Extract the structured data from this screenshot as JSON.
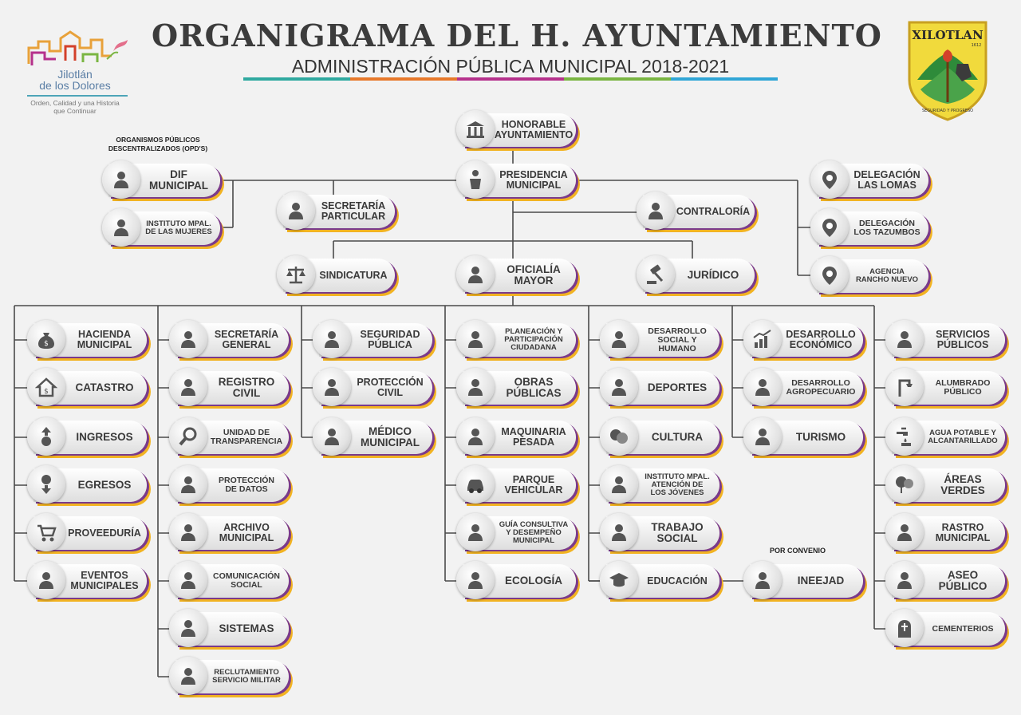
{
  "header": {
    "title": "ORGANIGRAMA DEL H. AYUNTAMIENTO",
    "subtitle": "ADMINISTRACIÓN PÚBLICA MUNICIPAL 2018-2021",
    "stripe_colors": [
      "#2fa9a0",
      "#e7792b",
      "#b5318c",
      "#7ab542",
      "#30a6d6"
    ]
  },
  "logo_left": {
    "name_line1": "Jilotlán",
    "name_line2": "de los Dolores",
    "tagline_line1": "Orden, Calidad y una Historia",
    "tagline_line2": "que Continuar"
  },
  "logo_right": {
    "name": "XILOTLAN",
    "motto": "SEGURIDAD Y PROGRESO",
    "year": "1612"
  },
  "labels": {
    "opds": "ORGANISMOS PÚBLICOS\nDESCENTRALIZADOS (OPD'S)",
    "convenio": "POR CONVENIO"
  },
  "colors": {
    "accent_purple": "#7a3a8c",
    "accent_yellow": "#f2b322",
    "line": "#4a4a4a",
    "icon": "#555555"
  },
  "nodes": [
    {
      "key": "ayuntamiento",
      "text": "HONORABLE\nAYUNTAMIENTO",
      "icon": "government-building-icon"
    },
    {
      "key": "presidencia",
      "text": "PRESIDENCIA\nMUNICIPAL",
      "icon": "podium-speaker-icon"
    },
    {
      "key": "dif",
      "text": "DIF\nMUNICIPAL",
      "icon": "dif-logo-icon"
    },
    {
      "key": "mujeres",
      "text": "INSTITUTO MPAL.\nDE LAS MUJERES",
      "icon": "mujeres-logo-icon"
    },
    {
      "key": "secparticular",
      "text": "SECRETARÍA\nPARTICULAR",
      "icon": "receptionist-icon"
    },
    {
      "key": "contraloria",
      "text": "CONTRALORÍA",
      "icon": "ledger-money-icon"
    },
    {
      "key": "lomas",
      "text": "DELEGACIÓN\nLAS LOMAS",
      "icon": "location-pin-icon"
    },
    {
      "key": "tazumbos",
      "text": "DELEGACIÓN\nLOS TAZUMBOS",
      "icon": "location-pin-icon"
    },
    {
      "key": "rancho",
      "text": "AGENCIA\nRANCHO NUEVO",
      "icon": "location-pin-icon"
    },
    {
      "key": "sindicatura",
      "text": "SINDICATURA",
      "icon": "balance-scale-icon"
    },
    {
      "key": "oficialia",
      "text": "OFICIALÍA\nMAYOR",
      "icon": "meeting-table-icon"
    },
    {
      "key": "juridico",
      "text": "JURÍDICO",
      "icon": "gavel-icon"
    },
    {
      "key": "hacienda",
      "text": "HACIENDA\nMUNICIPAL",
      "icon": "money-bag-icon"
    },
    {
      "key": "catastro",
      "text": "CATASTRO",
      "icon": "house-money-icon"
    },
    {
      "key": "ingresos",
      "text": "INGRESOS",
      "icon": "coin-arrow-up-icon"
    },
    {
      "key": "egresos",
      "text": "EGRESOS",
      "icon": "coin-arrow-down-icon"
    },
    {
      "key": "proveeduria",
      "text": "PROVEEDURÍA",
      "icon": "shopping-cart-icon"
    },
    {
      "key": "eventos",
      "text": "EVENTOS\nMUNICIPALES",
      "icon": "fiesta-icon"
    },
    {
      "key": "secgeneral",
      "text": "SECRETARÍA\nGENERAL",
      "icon": "businessman-icon"
    },
    {
      "key": "registro",
      "text": "REGISTRO\nCIVIL",
      "icon": "clipboard-sign-icon"
    },
    {
      "key": "transparencia",
      "text": "UNIDAD DE\nTRANSPARENCIA",
      "icon": "magnifier-icon"
    },
    {
      "key": "protdatos",
      "text": "PROTECCIÓN\nDE DATOS",
      "icon": "document-lock-icon"
    },
    {
      "key": "archivo",
      "text": "ARCHIVO\nMUNICIPAL",
      "icon": "binders-icon"
    },
    {
      "key": "comunicacion",
      "text": "COMUNICACIÓN\nSOCIAL",
      "icon": "speaking-head-icon"
    },
    {
      "key": "sistemas",
      "text": "SISTEMAS",
      "icon": "computer-desk-icon"
    },
    {
      "key": "reclutamiento",
      "text": "RECLUTAMIENTO\nSERVICIO MILITAR",
      "icon": "soldier-flag-icon"
    },
    {
      "key": "seguridad",
      "text": "SEGURIDAD\nPÚBLICA",
      "icon": "police-officer-icon"
    },
    {
      "key": "proteccivil",
      "text": "PROTECCIÓN\nCIVIL",
      "icon": "civil-protection-icon"
    },
    {
      "key": "medico",
      "text": "MÉDICO\nMUNICIPAL",
      "icon": "doctor-icon"
    },
    {
      "key": "planeacion",
      "text": "PLANEACIÓN Y\nPARTICIPACIÓN\nCIUDADANA",
      "icon": "handshake-icon"
    },
    {
      "key": "obras",
      "text": "OBRAS\nPÚBLICAS",
      "icon": "construction-worker-icon"
    },
    {
      "key": "maquinaria",
      "text": "MAQUINARIA\nPESADA",
      "icon": "excavator-icon"
    },
    {
      "key": "parque",
      "text": "PARQUE\nVEHICULAR",
      "icon": "car-icon"
    },
    {
      "key": "guia",
      "text": "GUÍA CONSULTIVA\nY DESEMPEÑO\nMUNICIPAL",
      "icon": "consultant-icon"
    },
    {
      "key": "ecologia",
      "text": "ECOLOGÍA",
      "icon": "plant-hand-icon"
    },
    {
      "key": "desarrollosocial",
      "text": "DESARROLLO\nSOCIAL Y\nHUMANO",
      "icon": "people-group-icon"
    },
    {
      "key": "deportes",
      "text": "DEPORTES",
      "icon": "athlete-icon"
    },
    {
      "key": "cultura",
      "text": "CULTURA",
      "icon": "theater-masks-icon"
    },
    {
      "key": "jovenes",
      "text": "INSTITUTO MPAL.\nATENCIÓN DE\nLOS JÓVENES",
      "icon": "youth-icon"
    },
    {
      "key": "trabajosocial",
      "text": "TRABAJO\nSOCIAL",
      "icon": "family-icon"
    },
    {
      "key": "educacion",
      "text": "EDUCACIÓN",
      "icon": "graduation-cap-icon"
    },
    {
      "key": "ineejad",
      "text": "INEEJAD",
      "icon": "student-reading-icon"
    },
    {
      "key": "deseconomico",
      "text": "DESARROLLO\nECONÓMICO",
      "icon": "growth-chart-icon"
    },
    {
      "key": "desagro",
      "text": "DESARROLLO\nAGROPECUARIO",
      "icon": "wheat-gear-icon"
    },
    {
      "key": "turismo",
      "text": "TURISMO",
      "icon": "route-pin-icon"
    },
    {
      "key": "servicios",
      "text": "SERVICIOS\nPÚBLICOS",
      "icon": "services-icon"
    },
    {
      "key": "alumbrado",
      "text": "ALUMBRADO\nPÚBLICO",
      "icon": "street-lamp-icon"
    },
    {
      "key": "agua",
      "text": "AGUA POTABLE Y\nALCANTARILLADO",
      "icon": "water-tap-icon"
    },
    {
      "key": "areas",
      "text": "ÁREAS\nVERDES",
      "icon": "trees-icon"
    },
    {
      "key": "rastro",
      "text": "RASTRO\nMUNICIPAL",
      "icon": "cow-icon"
    },
    {
      "key": "aseo",
      "text": "ASEO\nPÚBLICO",
      "icon": "garbage-truck-icon"
    },
    {
      "key": "cementerios",
      "text": "CEMENTERIOS",
      "icon": "tombstone-icon"
    }
  ]
}
